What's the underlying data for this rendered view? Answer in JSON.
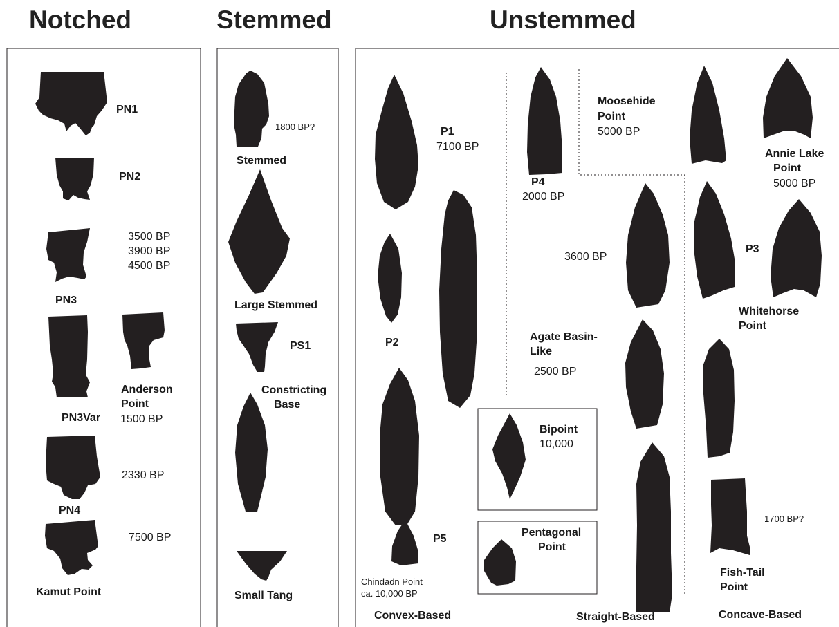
{
  "headers": {
    "notched": "Notched",
    "stemmed": "Stemmed",
    "unstemmed": "Unstemmed"
  },
  "notched": {
    "pn1": "PN1",
    "pn2": "PN2",
    "pn3_dates": [
      "3500 BP",
      "3900 BP",
      "4500 BP"
    ],
    "pn3": "PN3",
    "pn3var": "PN3Var",
    "anderson": [
      "Anderson",
      "Point"
    ],
    "anderson_date": "1500 BP",
    "pn4_date": "2330 BP",
    "pn4": "PN4",
    "kamut_date": "7500 BP",
    "kamut": "Kamut Point"
  },
  "stemmed": {
    "stemmed_date": "1800 BP?",
    "stemmed": "Stemmed",
    "large_stemmed": "Large Stemmed",
    "ps1": "PS1",
    "constricting": [
      "Constricting",
      "Base"
    ],
    "small_tang": "Small Tang"
  },
  "unstemmed": {
    "p1": "P1",
    "p1_date": "7100 BP",
    "p4": "P4",
    "p4_date": "2000 BP",
    "moosehide": [
      "Moosehide",
      "Point"
    ],
    "moosehide_date": "5000 BP",
    "annie": [
      "Annie Lake",
      "Point"
    ],
    "annie_date": "5000 BP",
    "p2": "P2",
    "date_3600": "3600 BP",
    "p3": "P3",
    "whitehorse": [
      "Whitehorse",
      "Point"
    ],
    "agate": [
      "Agate Basin-",
      "Like"
    ],
    "agate_date": "2500 BP",
    "bipoint": "Bipoint",
    "bipoint_date": "10,000",
    "p5": "P5",
    "pentagonal": [
      "Pentagonal",
      "Point"
    ],
    "chindadn": [
      "Chindadn Point",
      "ca. 10,000 BP"
    ],
    "fishtail_date": "1700 BP?",
    "fishtail": [
      "Fish-Tail",
      "Point"
    ],
    "convex": "Convex-Based",
    "straight": "Straight-Based",
    "concave": "Concave-Based"
  }
}
